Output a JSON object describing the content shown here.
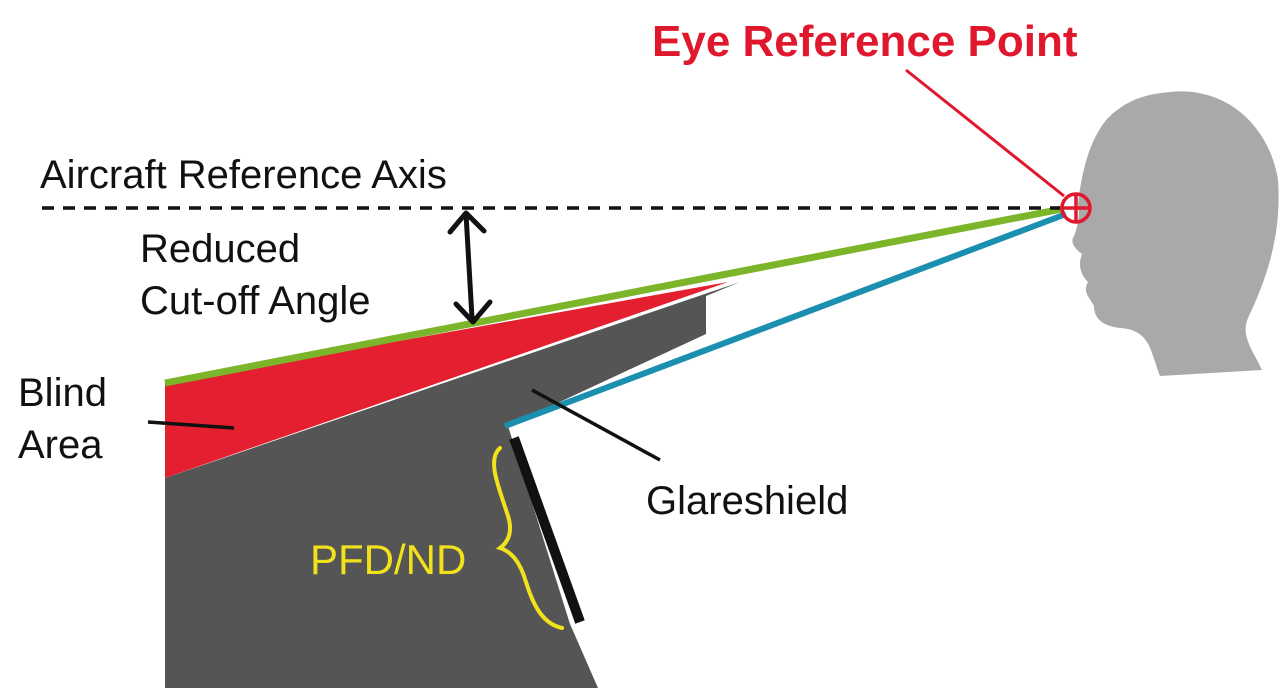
{
  "labels": {
    "eye_reference_point": "Eye Reference Point",
    "aircraft_reference_axis": "Aircraft Reference Axis",
    "reduced_line1": "Reduced",
    "reduced_line2": "Cut-off Angle",
    "blind_line1": "Blind",
    "blind_line2": "Area",
    "glareshield": "Glareshield",
    "pfd_nd": "PFD/ND"
  },
  "colors": {
    "eye_label": "#e0182d",
    "eye_marker": "#e0182d",
    "blind_area": "#e31f30",
    "cutoff_line": "#7db52a",
    "sight_line": "#1a8fb0",
    "cockpit": "#555555",
    "head": "#a9a9a9",
    "display": "#111111",
    "bracket": "#f2e21c"
  },
  "icons": {
    "eye_marker": "crosshair-circle-icon",
    "head": "head-profile-icon",
    "angle_arrow": "double-arrow-icon"
  }
}
